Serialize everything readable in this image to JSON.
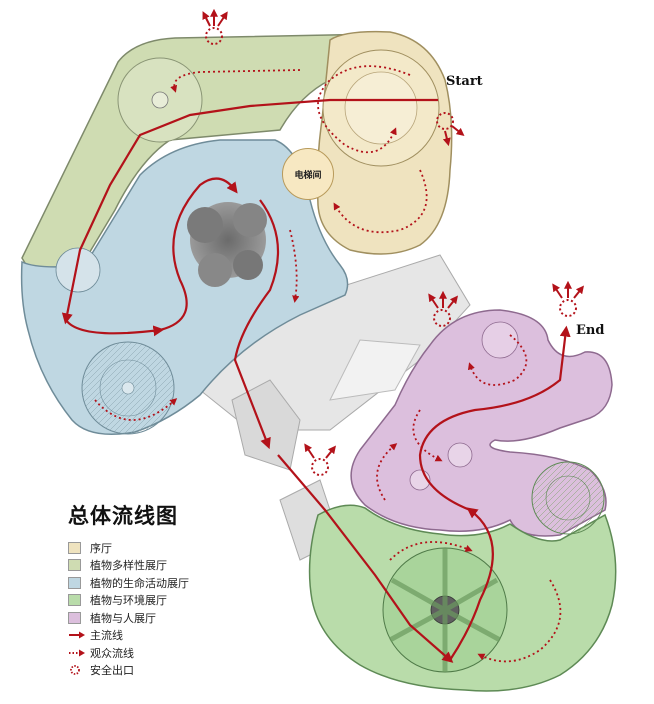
{
  "labels": {
    "start": "Start",
    "end": "End",
    "elevator": "电梯间"
  },
  "legend": {
    "title": "总体流线图",
    "zones": [
      {
        "label": "序厅",
        "color": "#efe3bf"
      },
      {
        "label": "植物多样性展厅",
        "color": "#cfdcb2"
      },
      {
        "label": "植物的生命活动展厅",
        "color": "#bfd7e2"
      },
      {
        "label": "植物与环境展厅",
        "color": "#b9dcaa"
      },
      {
        "label": "植物与人展厅",
        "color": "#dcbfdd"
      }
    ],
    "lines": [
      {
        "label": "主流线",
        "icon": "solid-arrow"
      },
      {
        "label": "观众流线",
        "icon": "dotted-arrow"
      },
      {
        "label": "安全出口",
        "icon": "dotted-circle"
      }
    ]
  },
  "colors": {
    "flow": "#b3121a",
    "outline": "#8a8a8a"
  }
}
